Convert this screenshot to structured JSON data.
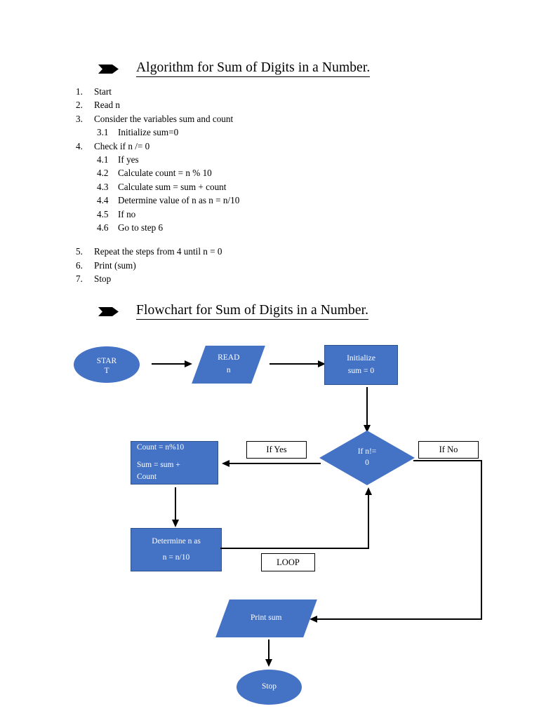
{
  "document": {
    "bullet_icon": "banner-arrow-bullet",
    "sections": [
      {
        "heading": "Algorithm for Sum of Digits in a Number."
      },
      {
        "heading": "Flowchart for Sum of Digits in a Number."
      }
    ]
  },
  "algorithm": {
    "title": "Algorithm for Sum of Digits in a Number.",
    "steps": [
      {
        "num": "1.",
        "text": "Start",
        "sub": false
      },
      {
        "num": "2.",
        "text": "Read n",
        "sub": false
      },
      {
        "num": "3.",
        "text": "Consider the variables sum and count",
        "sub": false
      },
      {
        "num": "3.1",
        "text": "Initialize sum=0",
        "sub": true
      },
      {
        "num": "4.",
        "text": "Check if n /= 0",
        "sub": false
      },
      {
        "num": "4.1",
        "text": "If yes",
        "sub": true
      },
      {
        "num": "4.2",
        "text": "Calculate count = n % 10",
        "sub": true
      },
      {
        "num": "4.3",
        "text": "Calculate sum = sum + count",
        "sub": true
      },
      {
        "num": "4.4",
        "text": "Determine value of n as n = n/10",
        "sub": true
      },
      {
        "num": "4.5",
        "text": "If no",
        "sub": true
      },
      {
        "num": "4.6",
        "text": "Go to step 6",
        "sub": true
      },
      {
        "num": "5.",
        "text": "Repeat the steps from 4 until n = 0",
        "sub": false
      },
      {
        "num": "6.",
        "text": "Print (sum)",
        "sub": false
      },
      {
        "num": "7.",
        "text": "Stop",
        "sub": false
      }
    ]
  },
  "flowchart": {
    "title": "Flowchart for Sum of Digits in a Number.",
    "colors": {
      "shape_fill": "#4472C4",
      "shape_border": "#2F528F",
      "shape_text": "#FFFFFF",
      "connector": "#000000"
    },
    "nodes": {
      "start": {
        "shape": "ellipse",
        "line1": "STAR",
        "line2": "T"
      },
      "read": {
        "shape": "parallelogram",
        "line1": "READ",
        "line2": "n"
      },
      "initialize": {
        "shape": "rectangle",
        "line1": "Initialize",
        "line2": "sum = 0"
      },
      "decision": {
        "shape": "diamond",
        "line1": "If n!=",
        "line2": "0"
      },
      "compute": {
        "shape": "rectangle",
        "line1": "Count = n%10",
        "line2": "Sum = sum +",
        "line3": "Count"
      },
      "determine": {
        "shape": "rectangle",
        "line1": "Determine n as",
        "line2": "n = n/10"
      },
      "print": {
        "shape": "parallelogram",
        "line1": "Print sum"
      },
      "stop": {
        "shape": "ellipse",
        "line1": "Stop"
      }
    },
    "labels": {
      "if_yes": "If Yes",
      "if_no": "If No",
      "loop": "LOOP"
    }
  }
}
